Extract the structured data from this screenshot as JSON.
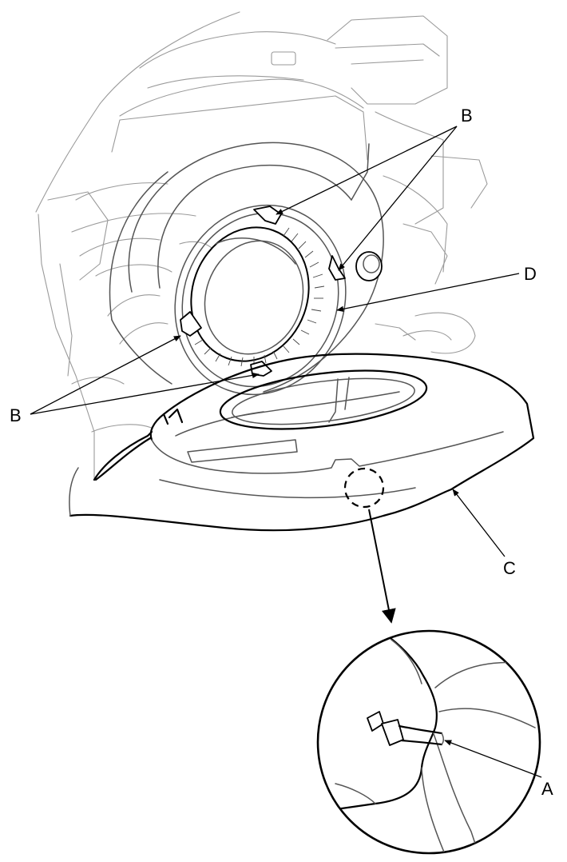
{
  "callouts": {
    "a": "A",
    "b_upper": "B",
    "b_lower": "B",
    "c": "C",
    "d": "D"
  },
  "colors": {
    "line": "#000000",
    "background_line": "#9a9a9a",
    "background": "#ffffff"
  }
}
